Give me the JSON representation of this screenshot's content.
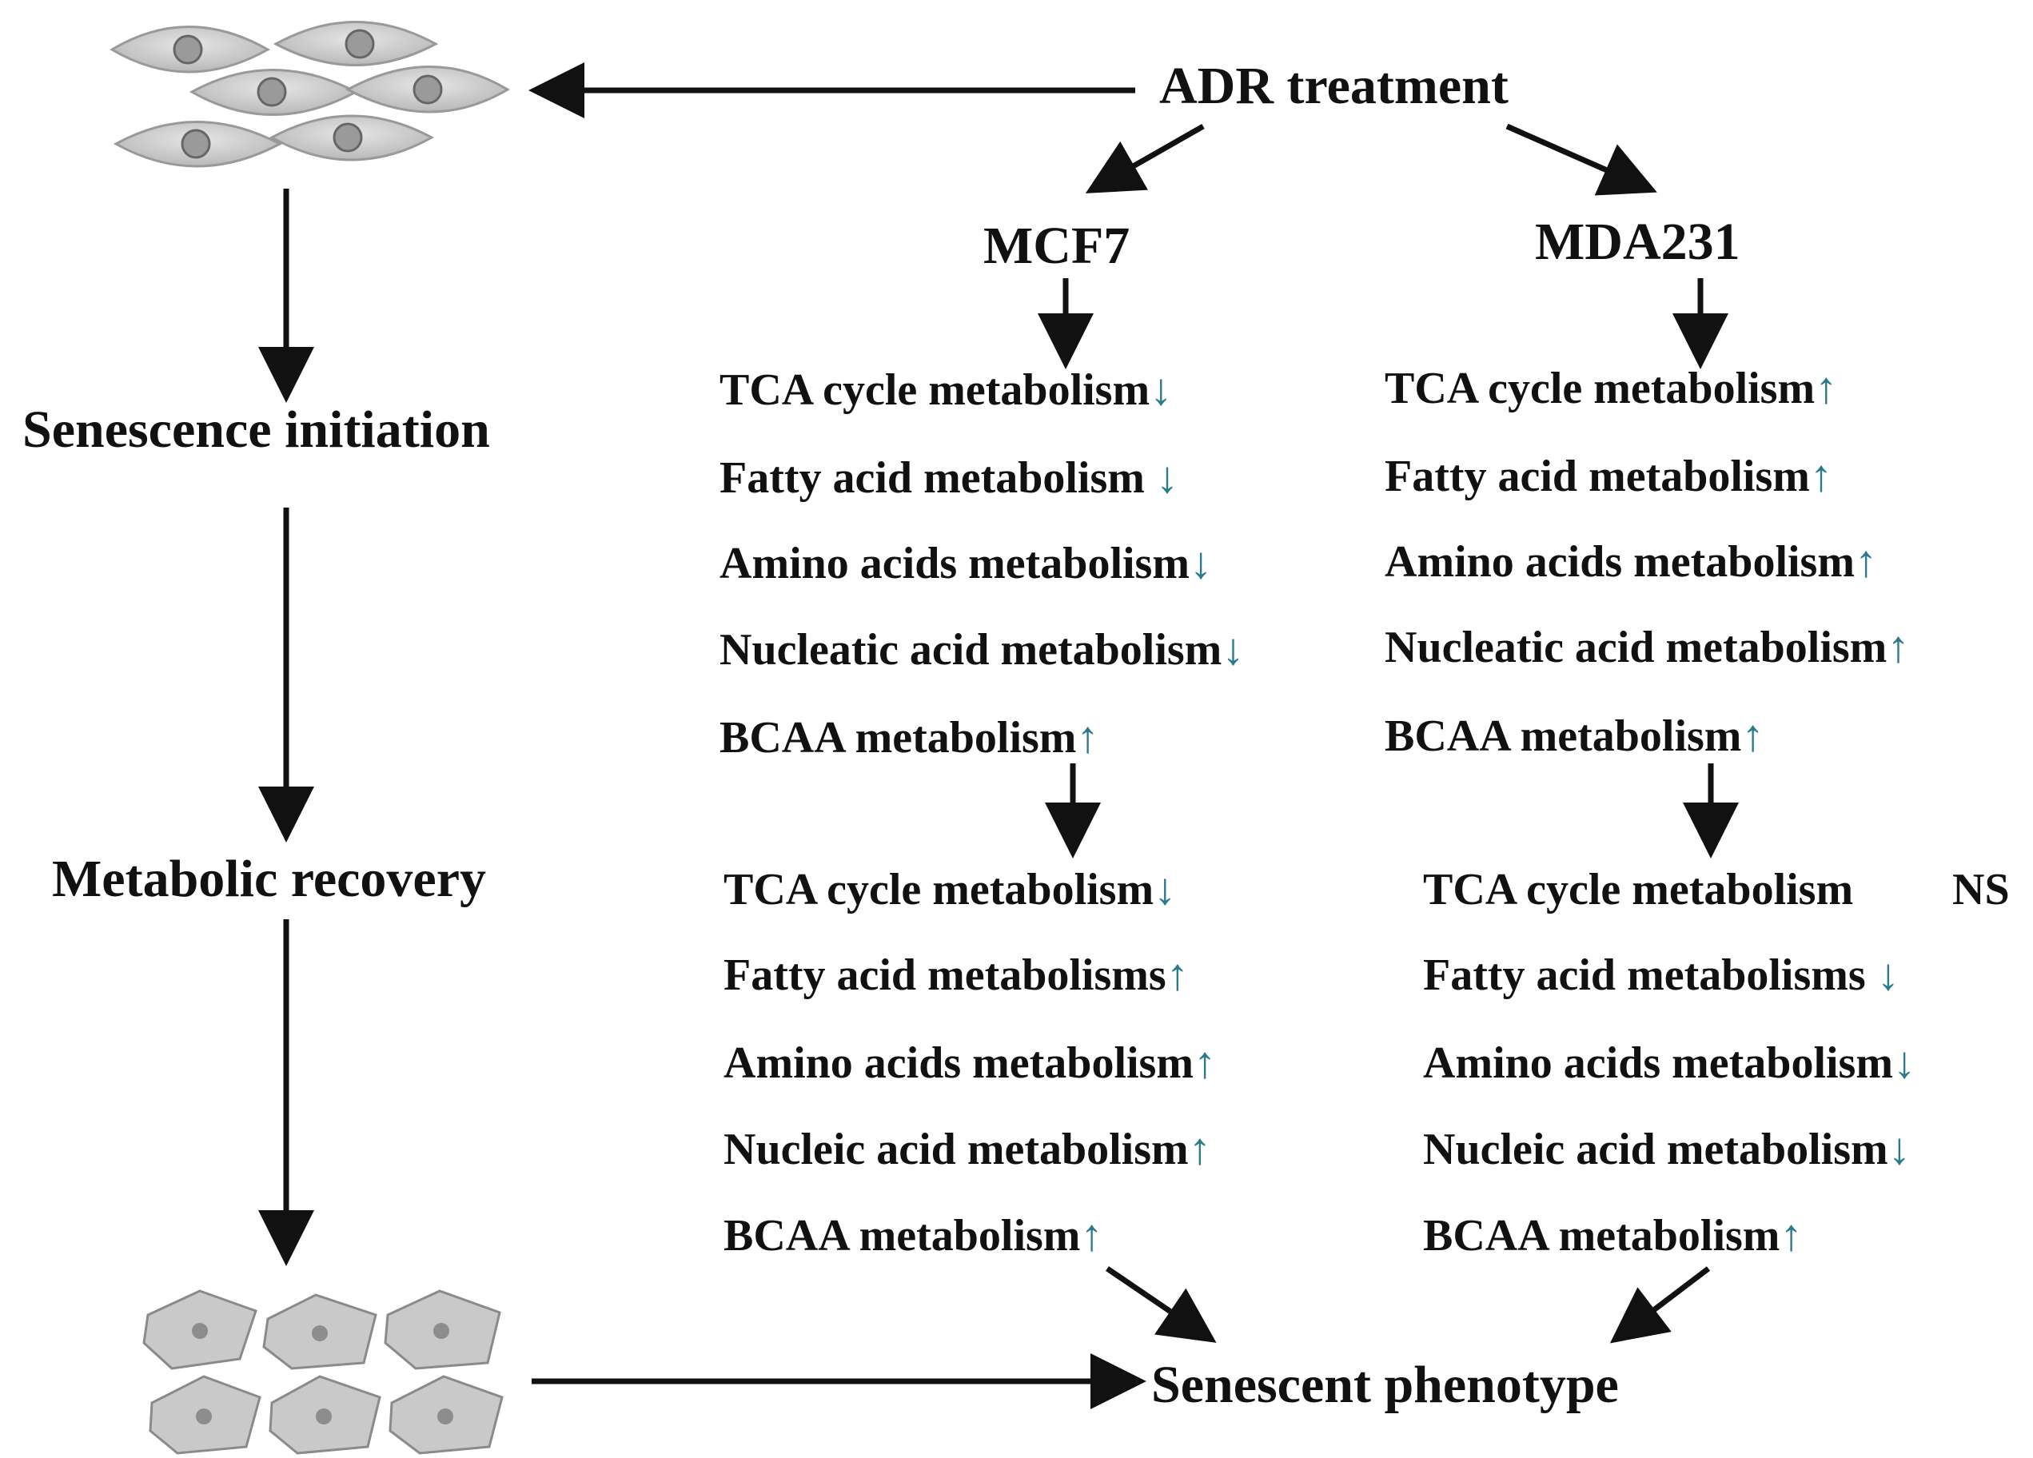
{
  "diagram": {
    "treatment": "ADR treatment",
    "stages": {
      "initiation": "Senescence initiation",
      "recovery": "Metabolic recovery",
      "phenotype": "Senescent phenotype"
    },
    "cell_lines": {
      "mcf7": {
        "name": "MCF7",
        "initiation": [
          {
            "text": "TCA cycle metabolism",
            "change": "↓"
          },
          {
            "text": "Fatty acid metabolism ",
            "change": "↓"
          },
          {
            "text": "Amino acids metabolism",
            "change": "↓"
          },
          {
            "text": "Nucleatic acid metabolism",
            "change": "↓"
          },
          {
            "text": "BCAA metabolism",
            "change": "↑"
          }
        ],
        "recovery": [
          {
            "text": "TCA cycle metabolism",
            "change": "↓"
          },
          {
            "text": "Fatty acid metabolisms",
            "change": "↑"
          },
          {
            "text": "Amino acids metabolism",
            "change": "↑"
          },
          {
            "text": "Nucleic acid metabolism",
            "change": "↑"
          },
          {
            "text": "BCAA metabolism",
            "change": "↑"
          }
        ]
      },
      "mda231": {
        "name": "MDA231",
        "initiation": [
          {
            "text": "TCA cycle metabolism",
            "change": "↑"
          },
          {
            "text": "Fatty acid metabolism",
            "change": "↑"
          },
          {
            "text": "Amino acids metabolism",
            "change": "↑"
          },
          {
            "text": "Nucleatic acid metabolism",
            "change": "↑"
          },
          {
            "text": "BCAA metabolism",
            "change": "↑"
          }
        ],
        "recovery": [
          {
            "text": "TCA cycle metabolism",
            "change": "NS"
          },
          {
            "text": "Fatty acid metabolisms ",
            "change": "↓"
          },
          {
            "text": "Amino acids metabolism",
            "change": "↓"
          },
          {
            "text": "Nucleic acid metabolism",
            "change": "↓"
          },
          {
            "text": "BCAA metabolism",
            "change": "↑"
          }
        ]
      }
    }
  }
}
